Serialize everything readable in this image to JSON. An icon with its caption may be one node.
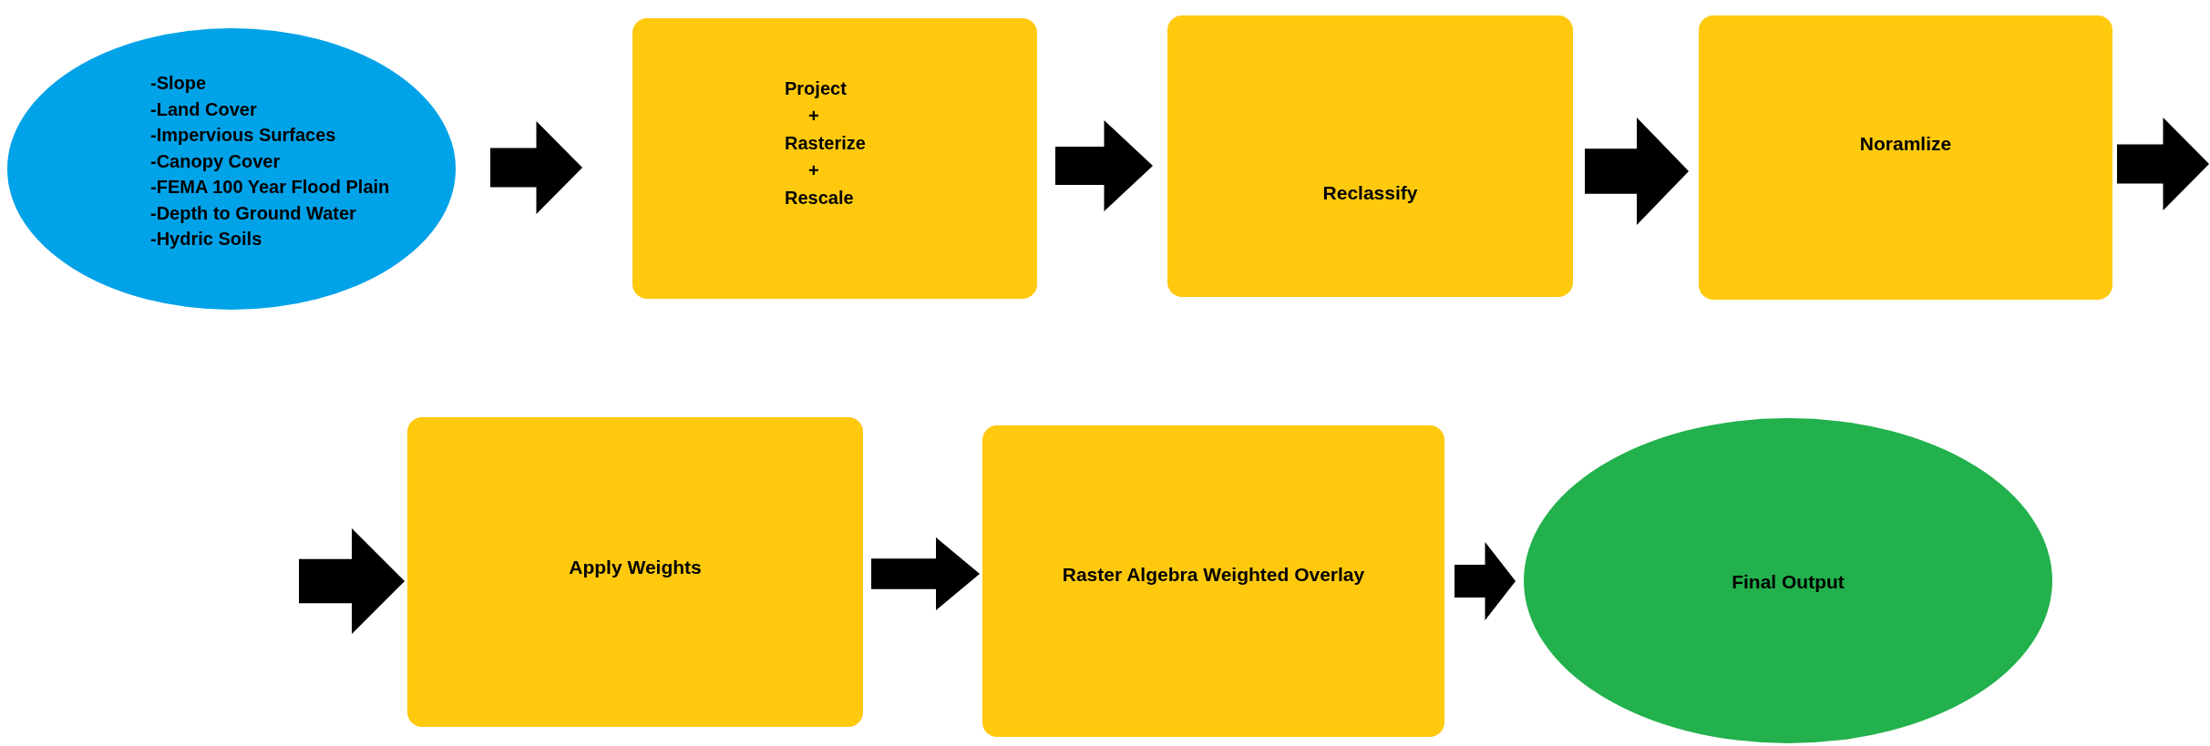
{
  "diagram": {
    "nodes": [
      {
        "text": [
          "-Slope",
          "-Land Cover",
          "-Impervious Surfaces",
          "-Canopy Cover",
          "-FEMA 100 Year Flood Plain",
          "-Depth to Ground Water",
          "-Hydric Soils"
        ]
      },
      {
        "text": [
          "Project",
          "+",
          "Rasterize",
          "+",
          "Rescale"
        ]
      },
      {
        "text": [
          "Reclassify"
        ]
      },
      {
        "text": [
          "Noramlize"
        ]
      },
      {
        "text": [
          "Apply Weights"
        ]
      },
      {
        "text": [
          "Raster Algebra Weighted Overlay"
        ]
      },
      {
        "text": [
          "Final Output"
        ]
      }
    ],
    "edges": [
      {
        "from": 0,
        "to": 1,
        "arrow": "to",
        "style": "thick"
      },
      {
        "from": 1,
        "to": 2,
        "arrow": "to",
        "style": "thick"
      },
      {
        "from": 2,
        "to": 3,
        "arrow": "to",
        "style": "thick"
      },
      {
        "from": 3,
        "to": null,
        "arrow": "to",
        "style": "thick"
      },
      {
        "from": null,
        "to": 4,
        "arrow": "to",
        "style": "thick"
      },
      {
        "from": 4,
        "to": 5,
        "arrow": "to",
        "style": "thick"
      },
      {
        "from": 5,
        "to": 6,
        "arrow": "to",
        "style": "thick"
      }
    ]
  }
}
